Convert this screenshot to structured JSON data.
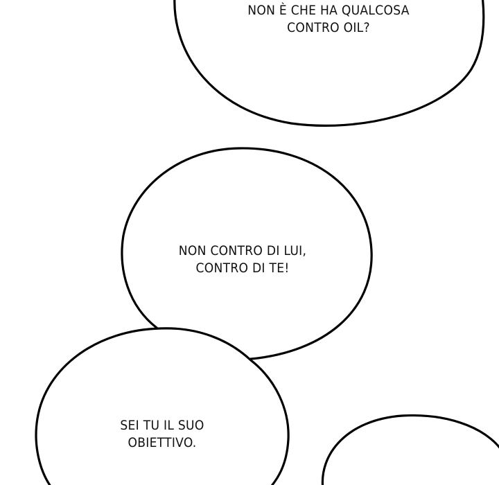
{
  "bubbles": [
    {
      "lines": [
        "NON È CHE HA QUALCOSA",
        "CONTRO OIL?"
      ]
    },
    {
      "lines": [
        "NON CONTRO DI LUI,",
        "CONTRO DI TE!"
      ]
    },
    {
      "lines": [
        "SEI TU IL SUO",
        "OBIETTIVO."
      ]
    },
    {
      "lines": []
    }
  ],
  "colors": {
    "background": "#ffffff",
    "outline": "#000000",
    "text": "#111111"
  }
}
